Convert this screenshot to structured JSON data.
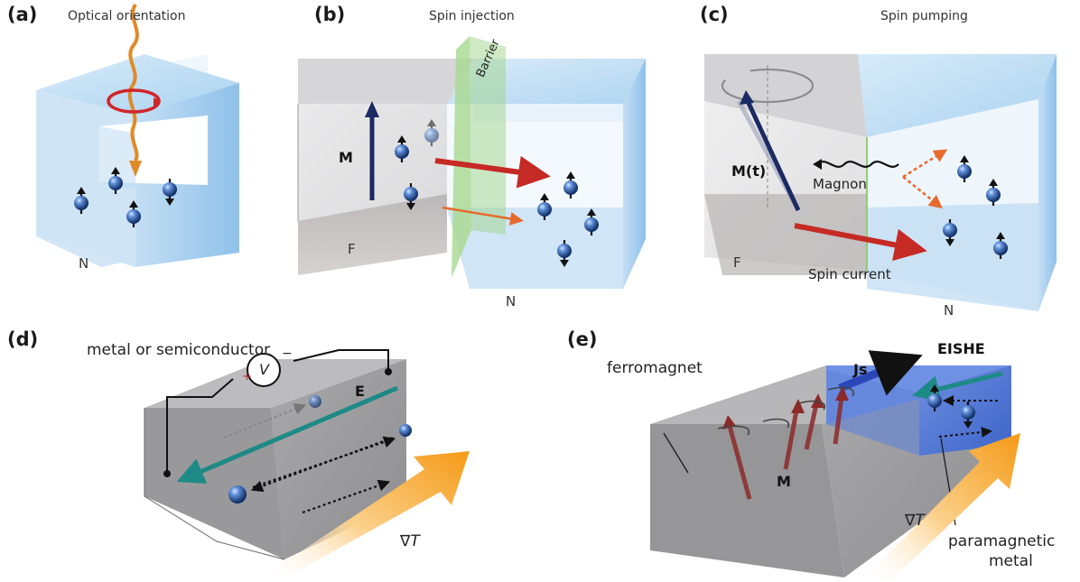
{
  "panels": {
    "a": {
      "label": "(a)",
      "title": "Optical orientation",
      "region": "N"
    },
    "b": {
      "label": "(b)",
      "title": "Spin injection",
      "barrier": "Barrier",
      "magnetization": "M",
      "region_left": "F",
      "region_right": "N"
    },
    "c": {
      "label": "(c)",
      "title": "Spin pumping",
      "magnetization": "M(t)",
      "magnon": "Magnon",
      "spin_current": "Spin current",
      "region_left": "F",
      "region_right": "N"
    },
    "d": {
      "label": "(d)",
      "material": "metal or semiconductor",
      "voltmeter": "V",
      "plus": "+",
      "minus": "−",
      "field": "E",
      "gradient": "∇T"
    },
    "e": {
      "label": "(e)",
      "ferromagnet": "ferromagnet",
      "js": "Js",
      "eishe": "EISHE",
      "magnetization": "M",
      "gradient": "∇T",
      "paramagnetic_line1": "paramagnetic",
      "paramagnetic_line2": "metal"
    }
  },
  "colors": {
    "normal_metal": "#c9e3f6",
    "ferromagnet": "#c7c7c9",
    "barrier": "#9fd489",
    "spin_current": "#c62a25",
    "spin_ball": "#1f4f9e",
    "heat": "#f7a428",
    "field_arrow": "#1e8a86",
    "paramagnet": "#4d78d6",
    "m_arrow": "#9b2a2a"
  },
  "icons": [
    "spin-up-icon",
    "spin-down-icon",
    "circular-arrow-icon",
    "photon-wave-icon",
    "voltmeter-icon"
  ]
}
